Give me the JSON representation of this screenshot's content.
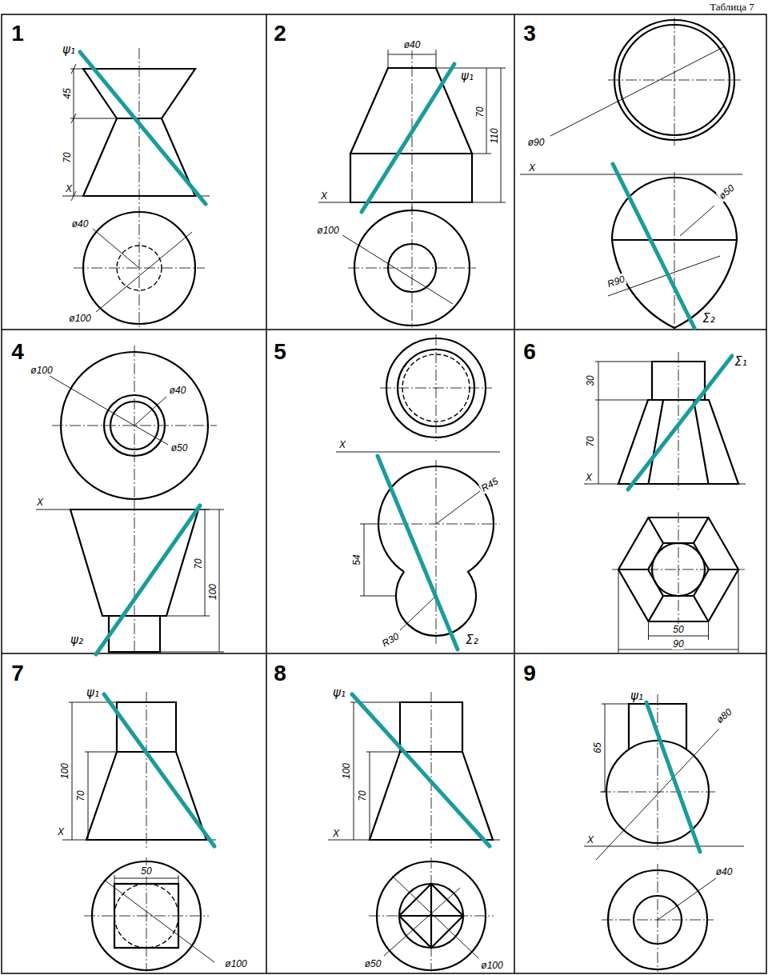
{
  "diagram": {
    "labels": [
      "Таблица 7",
      "1",
      "ψ₁",
      "45",
      "70",
      "X",
      "ø40",
      "ø100",
      "2",
      "ø40",
      "ψ₁",
      "70",
      "110",
      "X",
      "ø100",
      "3",
      "ø90",
      "X",
      "ø50",
      "R90",
      "Σ₂",
      "4",
      "ø100",
      "ø40",
      "ø50",
      "X",
      "70",
      "100",
      "ψ₂",
      "5",
      "X",
      "R45",
      "54",
      "R30",
      "Σ₂",
      "6",
      "30",
      "Σ₁",
      "70",
      "X",
      "50",
      "90",
      "7",
      "ψ₁",
      "100",
      "70",
      "X",
      "50",
      "ø100",
      "8",
      "ψ₁",
      "100",
      "70",
      "X",
      "ø50",
      "ø100",
      "9",
      "ψ₁",
      "65",
      "ø80",
      "X",
      "ø40"
    ]
  }
}
